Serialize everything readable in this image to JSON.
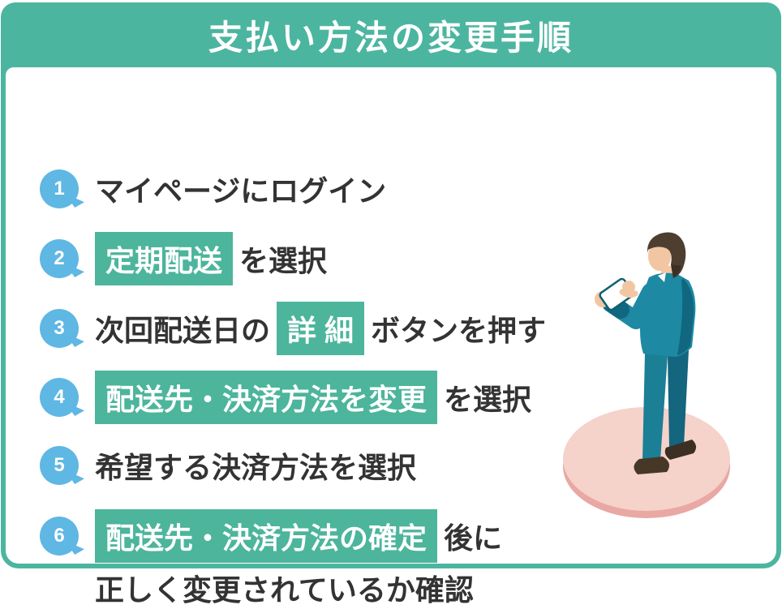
{
  "header": {
    "title": "支払い方法の変更手順"
  },
  "steps": [
    {
      "num": "1",
      "segments": [
        {
          "text": "マイページにログイン",
          "highlight": false
        }
      ]
    },
    {
      "num": "2",
      "segments": [
        {
          "text": "定期配送",
          "highlight": true
        },
        {
          "text": "を選択",
          "highlight": false
        }
      ]
    },
    {
      "num": "3",
      "segments": [
        {
          "text": "次回配送日の",
          "highlight": false
        },
        {
          "text": "詳 細",
          "highlight": true
        },
        {
          "text": "ボタンを押す",
          "highlight": false
        }
      ]
    },
    {
      "num": "4",
      "segments": [
        {
          "text": "配送先・決済方法を変更",
          "highlight": true
        },
        {
          "text": "を選択",
          "highlight": false
        }
      ]
    },
    {
      "num": "5",
      "segments": [
        {
          "text": "希望する決済方法を選択",
          "highlight": false
        }
      ]
    },
    {
      "num": "6",
      "segments": [
        {
          "text": "配送先・決済方法の確定",
          "highlight": true
        },
        {
          "text": "後に",
          "highlight": false
        }
      ],
      "line2": "正しく変更されているか確認"
    }
  ],
  "colors": {
    "frame_teal": "#4CB5A0",
    "highlight_teal": "#4CB59C",
    "badge_blue": "#5FB7E3",
    "text_dark": "#333333",
    "disk_pink": "#F5D2CA",
    "disk_rim_pink": "#E9A8A3",
    "suit_teal": "#1B7F96"
  },
  "illustration": {
    "name": "businessman-checking-phone-on-pink-disk"
  }
}
